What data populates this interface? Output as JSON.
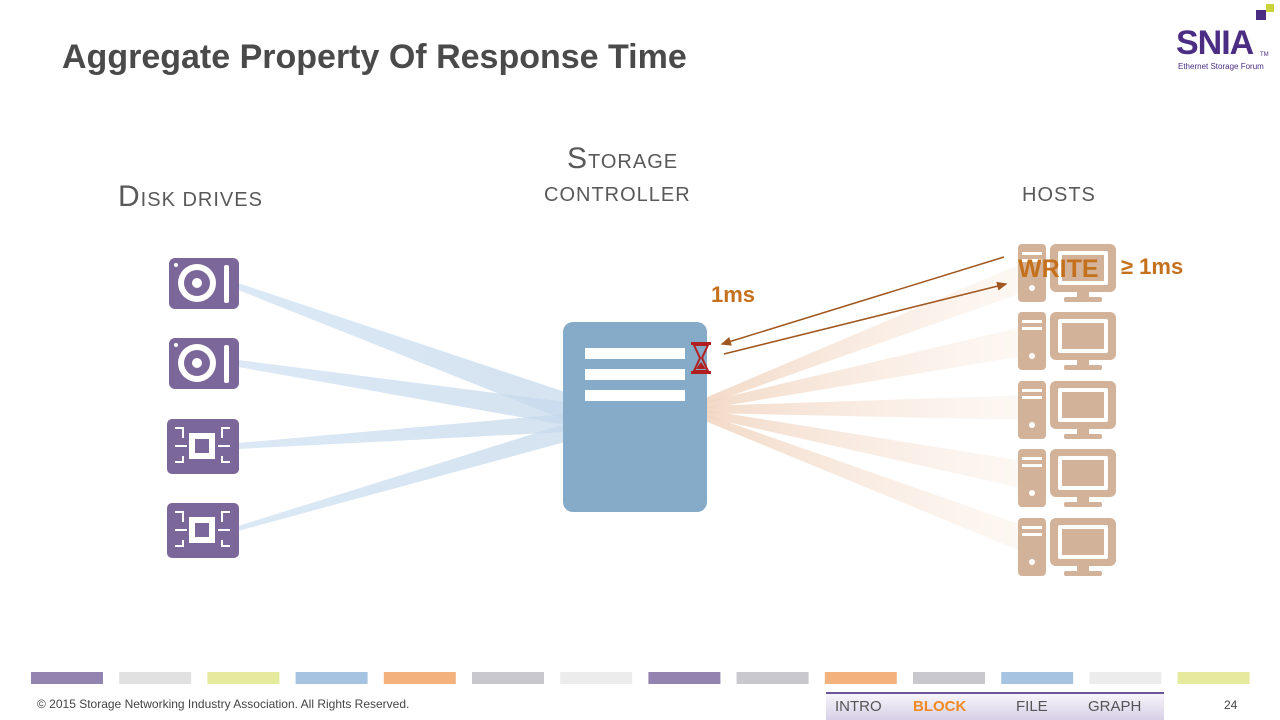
{
  "slide": {
    "title": "Aggregate Property Of Response Time",
    "page_number": "24",
    "copyright": "© 2015 Storage Networking Industry Association. All Rights Reserved."
  },
  "logo": {
    "text": "SNIA",
    "trademark": "TM",
    "subtitle": "Ethernet Storage Forum"
  },
  "columns": {
    "disk": {
      "cap": "D",
      "rest": "isk drives"
    },
    "controller": {
      "line1_cap": "S",
      "line1_rest": "torage",
      "line2": "controller"
    },
    "hosts": {
      "label": "hosts"
    }
  },
  "labels": {
    "controller_latency": "1ms",
    "operation": "WRITE",
    "host_latency": "≥ 1ms"
  },
  "nav": {
    "items": [
      "INTRO",
      "BLOCK",
      "FILE",
      "GRAPH"
    ],
    "active": "BLOCK"
  },
  "colors": {
    "disk_purple": "#7b6799",
    "controller_blue": "#86abc8",
    "host_tan": "#d2b298",
    "arrow_brown": "#a0571f",
    "label_orange": "#c4701c",
    "hourglass_red": "#b21f1f",
    "strip": [
      "#9283b1",
      "#e1e1e1",
      "#e5ea9e",
      "#a6c4e1",
      "#f3b27d",
      "#c8c8ce",
      "#ececec",
      "#9283b1",
      "#c8c8ce",
      "#f3b27d",
      "#c8c8ce",
      "#a6c4e1",
      "#ececec",
      "#e5ea9e"
    ]
  },
  "icons": {
    "disks": [
      "hard-disk-icon",
      "hard-disk-icon",
      "ssd-chip-icon",
      "ssd-chip-icon"
    ],
    "controller": "storage-controller-icon",
    "timer": "hourglass-icon",
    "hosts": [
      "desktop-host-icon",
      "desktop-host-icon",
      "desktop-host-icon",
      "desktop-host-icon",
      "desktop-host-icon"
    ]
  }
}
